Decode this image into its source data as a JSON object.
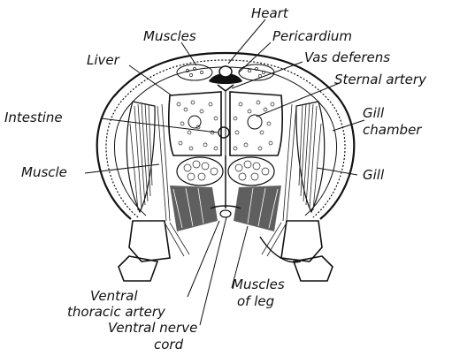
{
  "labels": {
    "heart": "Heart",
    "muscles_top": "Muscles",
    "pericardium": "Pericardium",
    "liver": "Liver",
    "vas_deferens": "Vas deferens",
    "sternal_artery": "Sternal artery",
    "intestine": "Intestine",
    "gill_chamber_1": "Gill",
    "gill_chamber_2": "chamber",
    "muscle": "Muscle",
    "gill": "Gill",
    "ventral_thoracic_artery_1": "Ventral",
    "ventral_thoracic_artery_2": "thoracic artery",
    "muscles_of_leg_1": "Muscles",
    "muscles_of_leg_2": "of leg",
    "ventral_nerve_cord_1": "Ventral nerve",
    "ventral_nerve_cord_2": "cord"
  },
  "colors": {
    "ink": "#111111",
    "paper": "#ffffff"
  }
}
